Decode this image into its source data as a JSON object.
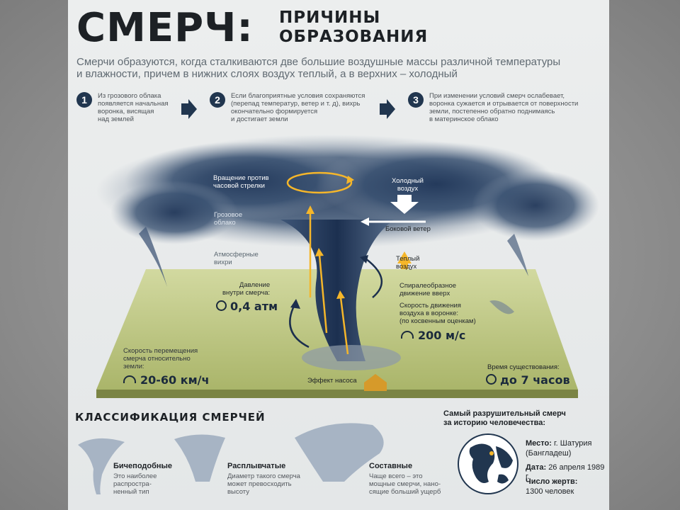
{
  "title": "СМЕРЧ:",
  "subtitle_line1": "ПРИЧИНЫ",
  "subtitle_line2": "ОБРАЗОВАНИЯ",
  "intro_line1": "Смерчи образуются, когда сталкиваются две большие воздушные массы различной температуры",
  "intro_line2": "и влажности, причем в нижних слоях воздух теплый, а в верхних – холодный",
  "steps": [
    {
      "num": "1",
      "text": [
        "Из грозового облака",
        "появляется начальная",
        "воронка, висящая",
        "над землей"
      ]
    },
    {
      "num": "2",
      "text": [
        "Если благоприятные условия сохраняются",
        "(перепад температур, ветер и т. д), вихрь",
        "окончательно формируется",
        "и достигает земли"
      ]
    },
    {
      "num": "3",
      "text": [
        "При изменении условий смерч ослабевает,",
        "воронка сужается и отрывается от поверхности",
        "земли, постепенно обратно поднимаясь",
        "в материнское облако"
      ]
    }
  ],
  "labels": {
    "rotation": [
      "Вращение против",
      "часовой стрелки"
    ],
    "cloud": [
      "Грозовое",
      "облако"
    ],
    "atmos": [
      "Атмосферные",
      "вихри"
    ],
    "cold_air": [
      "Холодный",
      "воздух"
    ],
    "side_wind": "Боковой ветер",
    "warm_air": [
      "Теплый",
      "воздух"
    ],
    "spiral": [
      "Спиралеобразное",
      "движение вверх"
    ],
    "pressure": [
      "Давление",
      "внутри смерча:"
    ],
    "pressure_value": "0,4 атм",
    "speed_funnel": [
      "Скорость движения",
      "воздуха в воронке:",
      "(по косвенным оценкам)"
    ],
    "speed_funnel_value": "200 м/с",
    "move_speed": [
      "Скорость перемещения",
      "смерча относительно",
      "земли:"
    ],
    "move_speed_value": "20-60 км/ч",
    "pump": "Эффект насоса",
    "lifetime": "Время существования:",
    "lifetime_value": "до 7 часов"
  },
  "classification": {
    "title": "КЛАССИФИКАЦИЯ СМЕРЧЕЙ",
    "types": [
      {
        "name": "Бичеподобные",
        "desc": [
          "Это наиболее",
          "распростра-",
          "ненный тип"
        ]
      },
      {
        "name": "Расплывчатые",
        "desc": [
          "Диаметр такого смерча",
          "может превосходить",
          "высоту"
        ]
      },
      {
        "name": "Составные",
        "desc": [
          "Чаще всего – это",
          "мощные смерчи, нано-",
          "сящие больший ущерб"
        ]
      }
    ]
  },
  "destructive": {
    "title": [
      "Самый разрушительный смерч",
      "за историю человечества:"
    ],
    "place_label": "Место:",
    "place_value": "г. Шатурия",
    "place_country": "(Бангладеш)",
    "date_label": "Дата:",
    "date_value": "26 апреля 1989 г.",
    "victims_label": "Число жертв:",
    "victims_value": "1300 человек"
  },
  "colors": {
    "accent": "#21364f",
    "arrow_yellow": "#f5b62a",
    "ground": "#c2cc83",
    "cloud": "#2c4566"
  }
}
